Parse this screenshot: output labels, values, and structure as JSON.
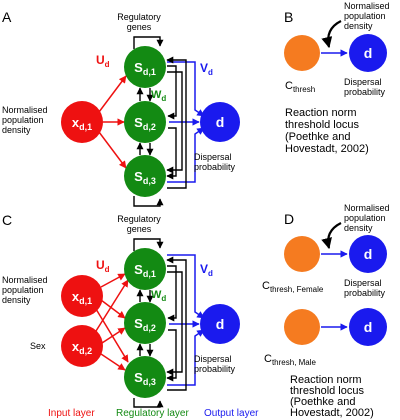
{
  "colors": {
    "input": "#ee1111",
    "regulatory": "#138a13",
    "output": "#1a1aee",
    "threshold": "#f57b20",
    "line": "#000000"
  },
  "panelA": {
    "letter": "A",
    "regulatory_genes": [
      "Regulatory",
      "genes"
    ],
    "U": "U",
    "U_sub": "d",
    "V": "V",
    "V_sub": "d",
    "W": "W",
    "W_sub": "d",
    "input_label": [
      "Normalised",
      "population",
      "density"
    ],
    "x_node": {
      "main": "x",
      "sub": "d,1"
    },
    "s_nodes": [
      {
        "main": "S",
        "sub": "d,1"
      },
      {
        "main": "S",
        "sub": "d,2"
      },
      {
        "main": "S",
        "sub": "d,3"
      }
    ],
    "d_node": "d",
    "dispersal_label": [
      "Dispersal",
      "probability"
    ]
  },
  "panelB": {
    "letter": "B",
    "density_label": [
      "Normalised",
      "population",
      "density"
    ],
    "c_main": "C",
    "c_sub": "thresh",
    "d_node": "d",
    "dispersal_label": [
      "Dispersal",
      "probability"
    ],
    "caption": [
      "Reaction norm",
      "threshold locus",
      "(Poethke and",
      "Hovestadt, 2002)"
    ]
  },
  "panelC": {
    "letter": "C",
    "regulatory_genes": [
      "Regulatory",
      "genes"
    ],
    "U": "U",
    "U_sub": "d",
    "V": "V",
    "V_sub": "d",
    "W": "W",
    "W_sub": "d",
    "input_label": [
      "Normalised",
      "population",
      "density"
    ],
    "sex_label": "Sex",
    "x_nodes": [
      {
        "main": "x",
        "sub": "d,1"
      },
      {
        "main": "x",
        "sub": "d,2"
      }
    ],
    "s_nodes": [
      {
        "main": "S",
        "sub": "d,1"
      },
      {
        "main": "S",
        "sub": "d,2"
      },
      {
        "main": "S",
        "sub": "d,3"
      }
    ],
    "d_node": "d",
    "dispersal_label": [
      "Dispersal",
      "probability"
    ]
  },
  "panelD": {
    "letter": "D",
    "density_label": [
      "Normalised",
      "population",
      "density"
    ],
    "c_female_main": "C",
    "c_female_sub": "thresh, Female",
    "c_male_main": "C",
    "c_male_sub": "thresh, Male",
    "d_node": "d",
    "dispersal_label": [
      "Dispersal",
      "probability"
    ],
    "caption": [
      "Reaction norm",
      "threshold locus",
      "(Poethke and",
      "Hovestadt, 2002)"
    ]
  },
  "legend": {
    "input_layer": "Input layer",
    "regulatory_layer": "Regulatory layer",
    "output_layer": "Output layer"
  }
}
